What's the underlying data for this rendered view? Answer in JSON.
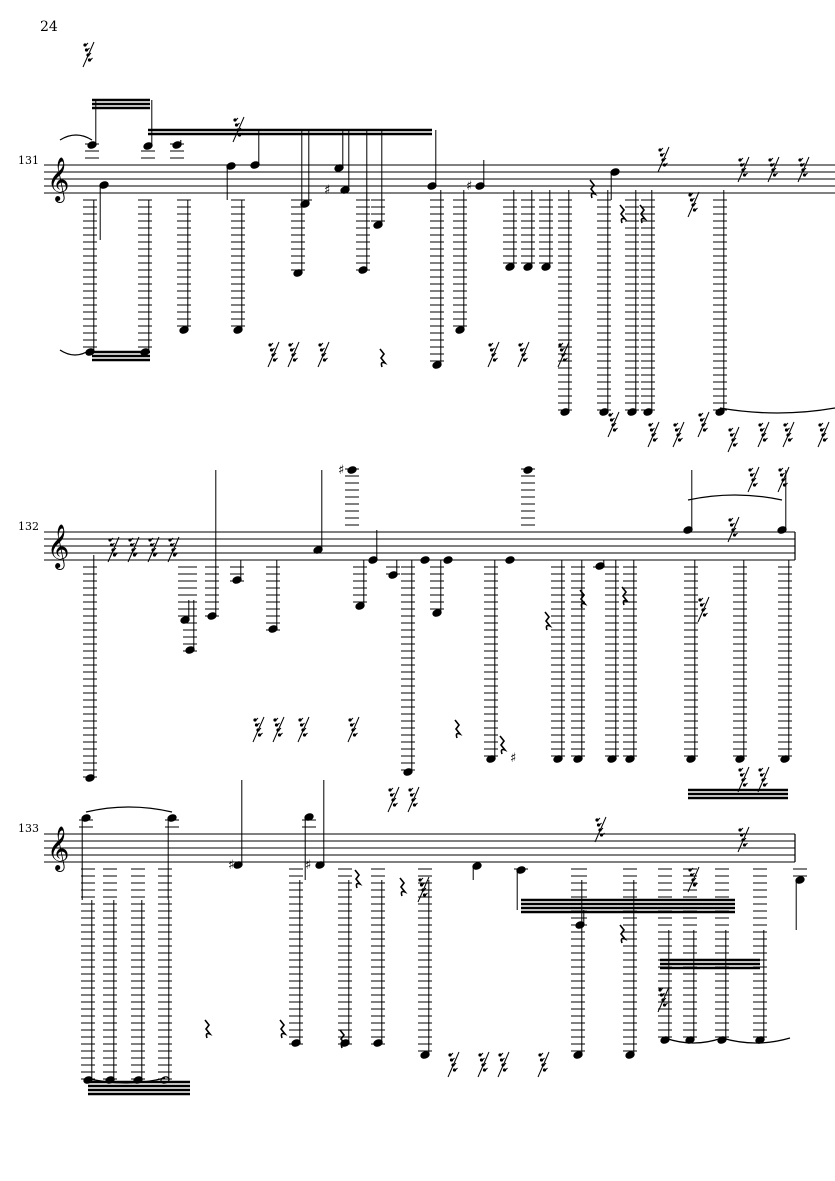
{
  "page": {
    "number": "24"
  },
  "systems": [
    {
      "measure": "131"
    },
    {
      "measure": "132"
    },
    {
      "measure": "133"
    }
  ],
  "clef": "treble"
}
